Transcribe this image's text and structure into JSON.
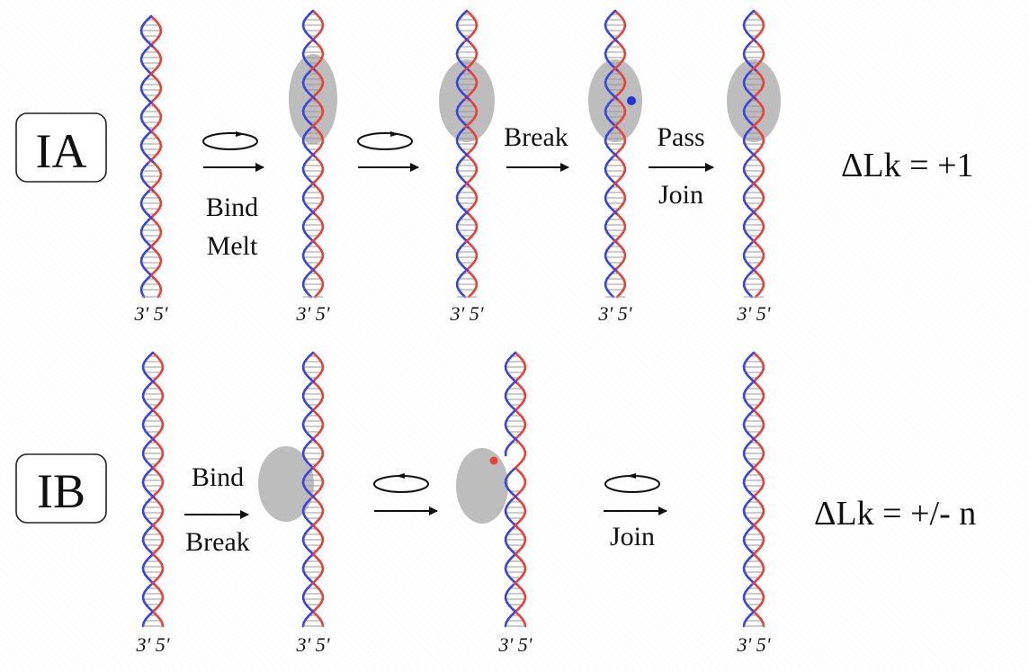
{
  "colors": {
    "strand_a": "#e8413a",
    "strand_b": "#3a45e0",
    "rung": "#999999",
    "enzyme": "#bdbdbd",
    "arrow": "#111111"
  },
  "icons": {
    "rotation": "circular-arrow-icon",
    "arrow": "right-arrow-icon"
  },
  "rows": [
    {
      "id": "IA",
      "label": "IA",
      "result": "ΔLk = +1",
      "end_labels": [
        "3' 5'",
        "3' 5'",
        "3' 5'",
        "3' 5'",
        "3' 5'"
      ],
      "steps": [
        {
          "lines": [
            "Bind",
            "Melt"
          ],
          "rotation": true
        },
        {
          "lines": [],
          "rotation": true
        },
        {
          "lines": [
            "Break"
          ],
          "rotation": false
        },
        {
          "lines": [
            "Pass",
            "Join"
          ],
          "rotation": false
        }
      ]
    },
    {
      "id": "IB",
      "label": "IB",
      "result": "ΔLk = +/- n",
      "end_labels": [
        "3' 5'",
        "3' 5'",
        "3' 5'",
        "3' 5'"
      ],
      "steps": [
        {
          "lines": [
            "Bind",
            "Break"
          ],
          "rotation": false
        },
        {
          "lines": [],
          "rotation": true
        },
        {
          "lines": [
            "Join"
          ],
          "rotation": true
        }
      ]
    }
  ]
}
